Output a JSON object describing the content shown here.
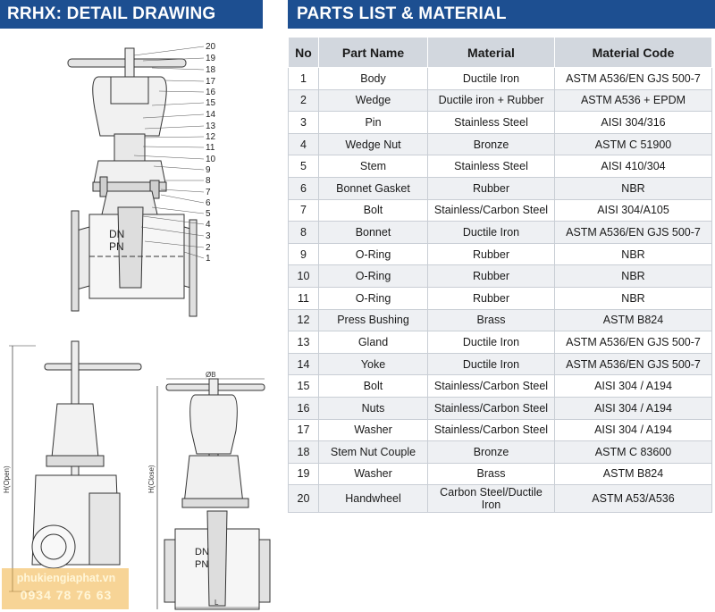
{
  "headers": {
    "left": "RRHX: DETAIL DRAWING",
    "right": "PARTS LIST & MATERIAL"
  },
  "table": {
    "columns": [
      "No",
      "Part Name",
      "Material",
      "Material Code"
    ],
    "rows": [
      [
        "1",
        "Body",
        "Ductile Iron",
        "ASTM A536/EN GJS 500-7"
      ],
      [
        "2",
        "Wedge",
        "Ductile iron + Rubber",
        "ASTM A536 + EPDM"
      ],
      [
        "3",
        "Pin",
        "Stainless Steel",
        "AISI 304/316"
      ],
      [
        "4",
        "Wedge Nut",
        "Bronze",
        "ASTM C 51900"
      ],
      [
        "5",
        "Stem",
        "Stainless Steel",
        "AISI 410/304"
      ],
      [
        "6",
        "Bonnet Gasket",
        "Rubber",
        "NBR"
      ],
      [
        "7",
        "Bolt",
        "Stainless/Carbon Steel",
        "AISI 304/A105"
      ],
      [
        "8",
        "Bonnet",
        "Ductile Iron",
        "ASTM A536/EN GJS 500-7"
      ],
      [
        "9",
        "O-Ring",
        "Rubber",
        "NBR"
      ],
      [
        "10",
        "O-Ring",
        "Rubber",
        "NBR"
      ],
      [
        "11",
        "O-Ring",
        "Rubber",
        "NBR"
      ],
      [
        "12",
        "Press Bushing",
        "Brass",
        "ASTM B824"
      ],
      [
        "13",
        "Gland",
        "Ductile Iron",
        "ASTM A536/EN GJS 500-7"
      ],
      [
        "14",
        "Yoke",
        "Ductile Iron",
        "ASTM A536/EN GJS 500-7"
      ],
      [
        "15",
        "Bolt",
        "Stainless/Carbon Steel",
        "AISI 304 / A194"
      ],
      [
        "16",
        "Nuts",
        "Stainless/Carbon Steel",
        "AISI 304 / A194"
      ],
      [
        "17",
        "Washer",
        "Stainless/Carbon Steel",
        "AISI 304 / A194"
      ],
      [
        "18",
        "Stem Nut Couple",
        "Bronze",
        "ASTM C 83600"
      ],
      [
        "19",
        "Washer",
        "Brass",
        "ASTM B824"
      ],
      [
        "20",
        "Handwheel",
        "Carbon Steel/Ductile Iron",
        "ASTM A53/A536"
      ]
    ]
  },
  "drawing": {
    "callouts": [
      "20",
      "19",
      "18",
      "17",
      "16",
      "15",
      "14",
      "13",
      "12",
      "11",
      "10",
      "9",
      "8",
      "7",
      "6",
      "5",
      "4",
      "3",
      "2",
      "1"
    ],
    "dn_label": "DN",
    "pn_label": "PN",
    "dim_h_open": "H(Open)",
    "dim_h_close": "H(Close)",
    "dim_b": "ØB",
    "dim_l": "L"
  },
  "watermark": {
    "site": "phukiengiaphat.vn",
    "phone": "0934 78 76 63"
  },
  "colors": {
    "header_bg": "#1d4f91",
    "header_text": "#ffffff",
    "table_header_bg": "#d2d7de",
    "row_alt_bg": "#eef0f3",
    "watermark_bg": "#f0b040"
  }
}
